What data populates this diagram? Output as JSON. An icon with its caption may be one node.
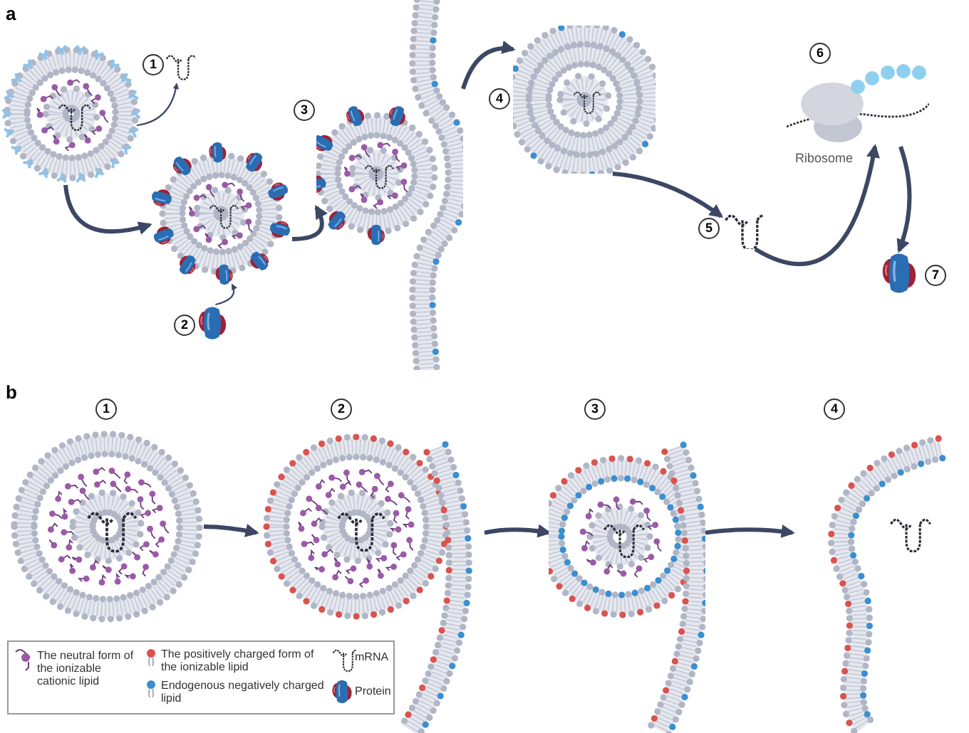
{
  "diagram": {
    "nodes": [
      {
        "text": [],
        "shape": "picture"
      },
      {
        "text": [],
        "shape": "picture",
        "beside": [
          "1"
        ]
      },
      {
        "text": [],
        "shape": "picture"
      },
      {
        "text": [],
        "shape": "picture",
        "beside": [
          "2"
        ]
      },
      {
        "text": [],
        "shape": "picture",
        "beside": [
          "3"
        ]
      },
      {
        "text": [],
        "shape": "picture",
        "beside": [
          "4"
        ]
      },
      {
        "text": [],
        "shape": "picture",
        "beside": [
          "5"
        ]
      },
      {
        "text": [],
        "shape": "picture",
        "beside": [
          "6",
          "Ribosome"
        ]
      },
      {
        "text": [],
        "shape": "picture",
        "beside": [
          "7"
        ]
      },
      {
        "text": [],
        "shape": "picture",
        "beside": [
          "1"
        ]
      },
      {
        "text": [],
        "shape": "picture",
        "beside": [
          "2"
        ]
      },
      {
        "text": [],
        "shape": "picture",
        "beside": [
          "3"
        ]
      },
      {
        "text": [],
        "shape": "picture",
        "beside": [
          "4"
        ]
      }
    ],
    "edges": [
      {
        "from": 0,
        "to": 1,
        "arrow": "to"
      },
      {
        "from": 0,
        "to": 2,
        "arrow": "to"
      },
      {
        "from": 3,
        "to": 2,
        "arrow": "to"
      },
      {
        "from": 2,
        "to": 4,
        "arrow": "to"
      },
      {
        "from": 4,
        "to": 5,
        "arrow": "to"
      },
      {
        "from": 5,
        "to": 6,
        "arrow": "to"
      },
      {
        "from": 6,
        "to": 7,
        "arrow": "to"
      },
      {
        "from": 7,
        "to": 8,
        "arrow": "to"
      },
      {
        "from": 9,
        "to": 10,
        "arrow": "to"
      },
      {
        "from": 10,
        "to": 11,
        "arrow": "to"
      },
      {
        "from": 11,
        "to": 12,
        "arrow": "to"
      }
    ],
    "labels": [
      "a",
      "b"
    ],
    "legend": [
      {
        "text": "The neutral form of the ionizable cationic lipid"
      },
      {
        "text": "The positively charged form of the ionizable lipid"
      },
      {
        "text": "Endogenous negatively charged lipid"
      },
      {
        "text": "mRNA"
      },
      {
        "text": "Protein"
      }
    ]
  }
}
